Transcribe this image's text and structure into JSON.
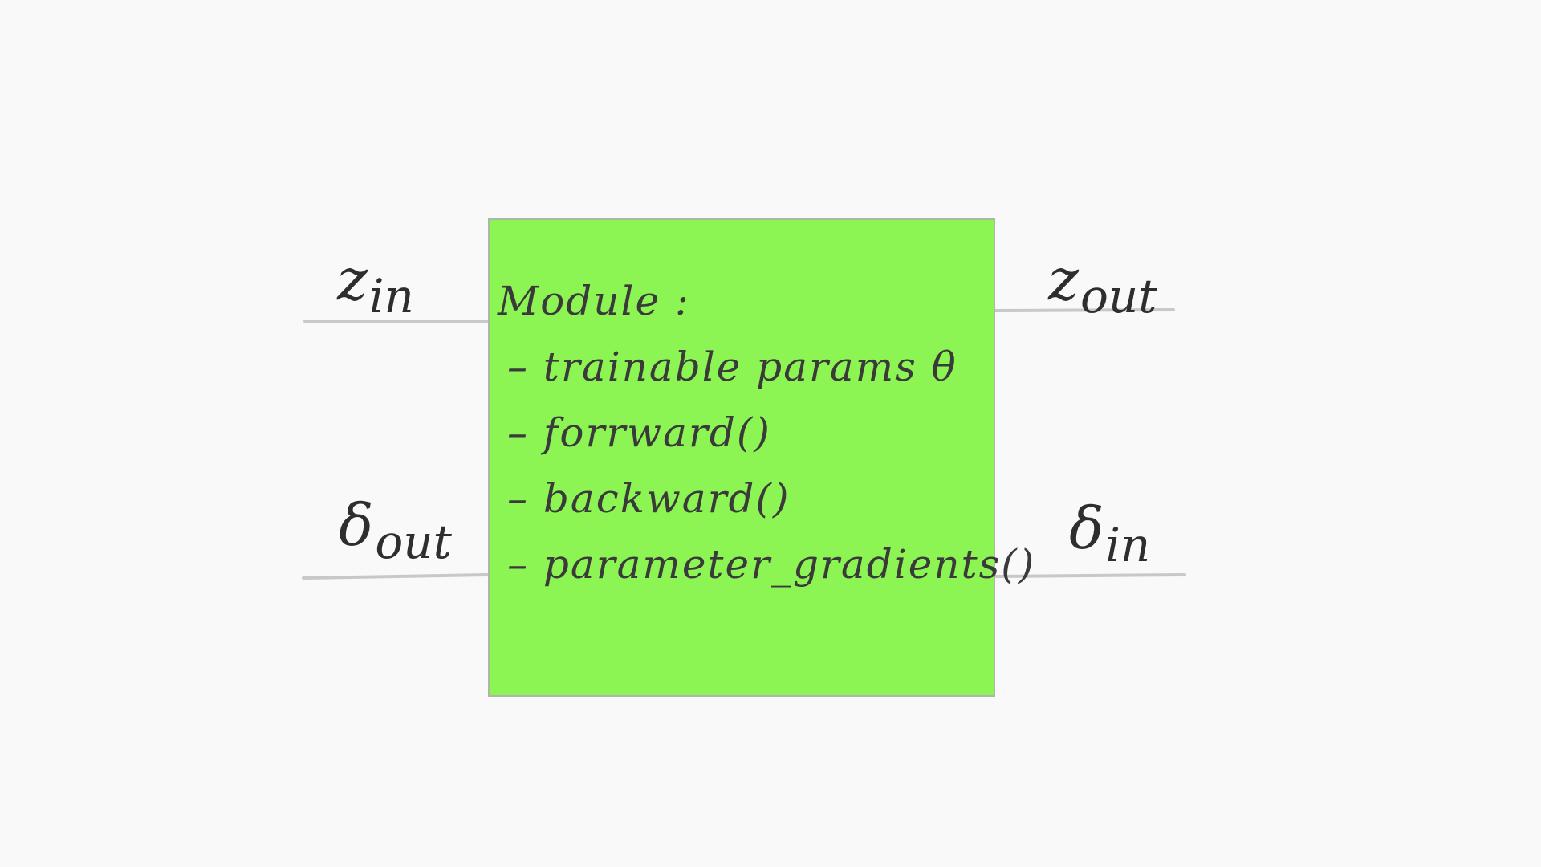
{
  "diagram": {
    "module": {
      "title": "Module :",
      "items": [
        "– trainable params θ",
        "– forrward()",
        "– backward()",
        "– parameter_gradients()"
      ]
    },
    "ports": {
      "z_in": {
        "symbol": "z",
        "subscript": "in"
      },
      "z_out": {
        "symbol": "z",
        "subscript": "out"
      },
      "delta_out": {
        "symbol": "δ",
        "subscript": "out"
      },
      "delta_in": {
        "symbol": "δ",
        "subscript": "in"
      }
    },
    "colors": {
      "module_fill": "#8cf553",
      "background": "#f9f9f9",
      "wire": "#c8c8c8",
      "text": "#2e2e2e"
    }
  }
}
